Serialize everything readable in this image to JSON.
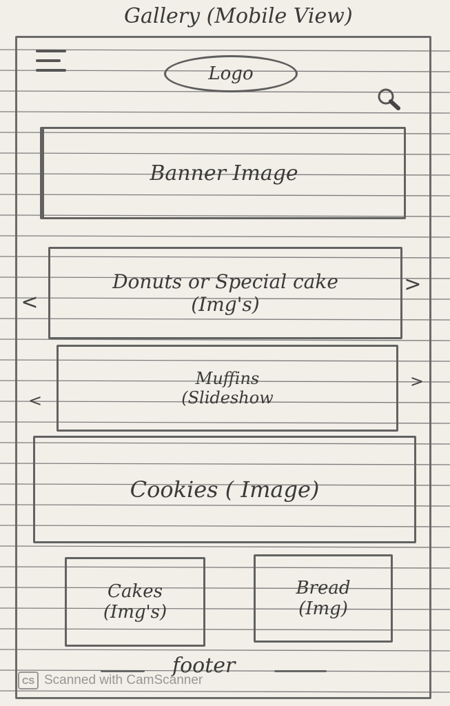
{
  "title": "Gallery (Mobile View)",
  "header": {
    "menu_icon": "hamburger-menu-icon",
    "logo_label": "Logo",
    "search_icon": "search-icon"
  },
  "sections": {
    "banner": {
      "line1": "Banner Image"
    },
    "donuts": {
      "line1": "Donuts or Special cake",
      "line2": "(Img's)"
    },
    "muffins": {
      "line1": "Muffins",
      "line2": "(Slideshow"
    },
    "cookies": {
      "line1": "Cookies ( Image)"
    },
    "cakes": {
      "line1": "Cakes",
      "line2": "(Img's)"
    },
    "bread": {
      "line1": "Bread",
      "line2": "(Img)"
    }
  },
  "arrows": {
    "prev": "<",
    "next": ">"
  },
  "footer": {
    "label": "footer"
  },
  "watermark": {
    "badge": "CS",
    "text": "Scanned with CamScanner"
  }
}
